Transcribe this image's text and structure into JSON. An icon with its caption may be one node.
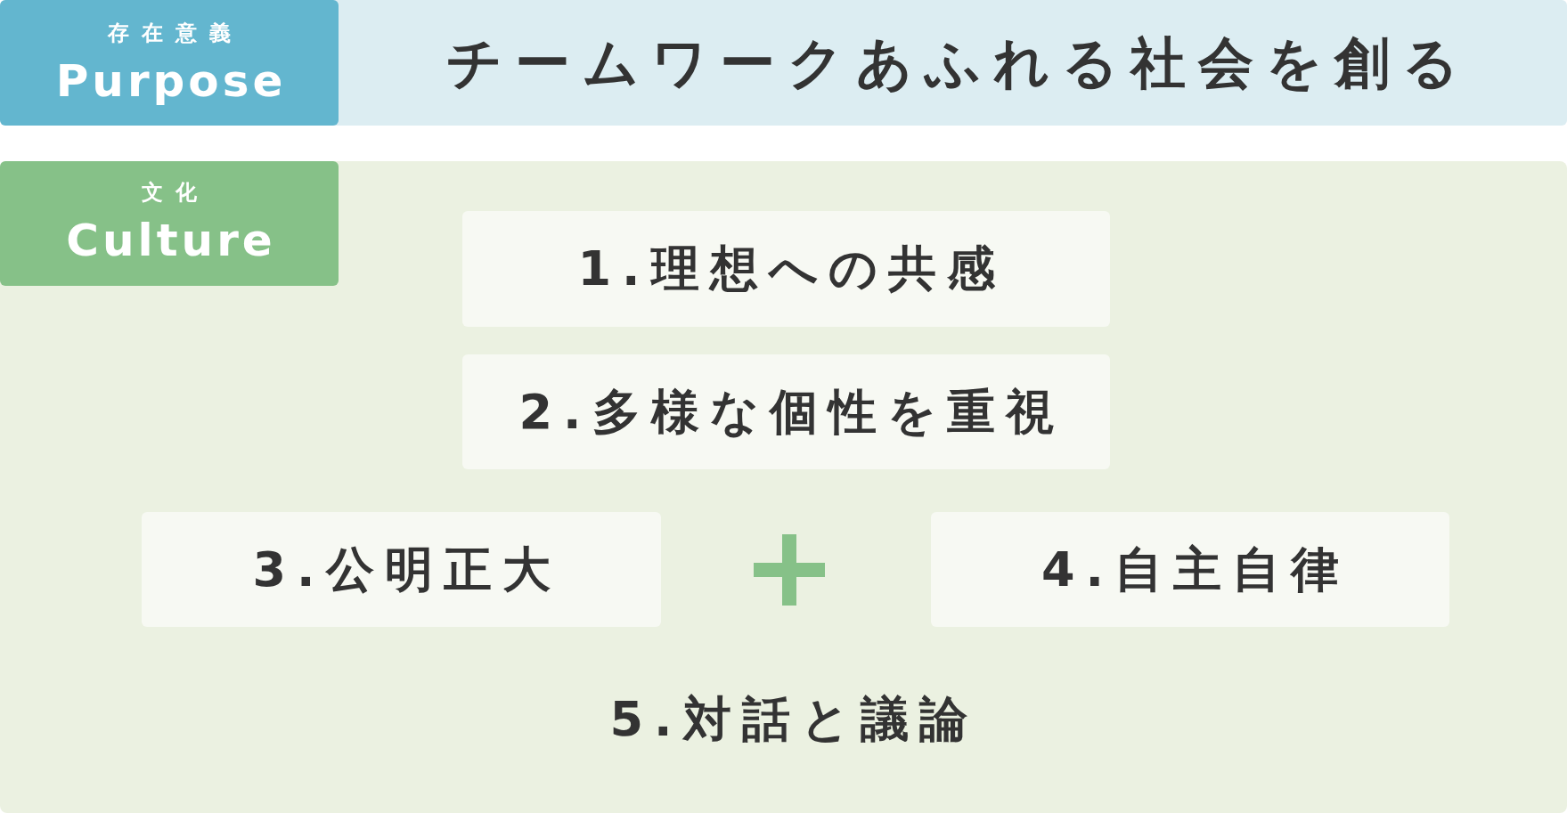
{
  "diagram": {
    "nodes": [
      {
        "text": [
          "チームワークあふれる社会を創る"
        ]
      },
      {
        "text": [
          "存在意義",
          "Purpose"
        ],
        "in": 0
      },
      {
        "text": [],
        "shape": "box"
      },
      {
        "text": [
          "文化",
          "Culture"
        ],
        "in": 2
      },
      {
        "text": [
          "1.理想への共感"
        ],
        "in": 2
      },
      {
        "text": [
          "2.多様な個性を重視"
        ],
        "in": 2
      },
      {
        "text": [
          "3.公明正大"
        ],
        "in": 2
      },
      {
        "text": [
          "4.自主自律"
        ],
        "in": 2
      }
    ],
    "labels": [
      "5.対話と議論"
    ]
  }
}
